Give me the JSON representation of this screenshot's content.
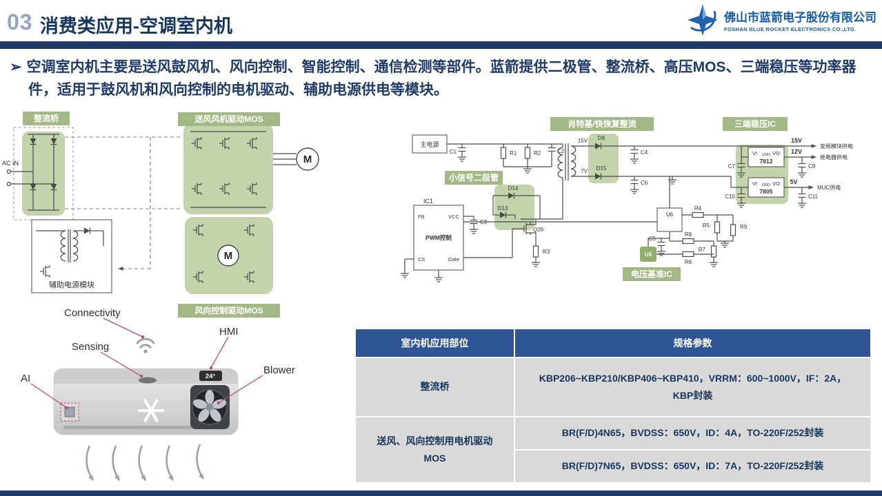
{
  "header": {
    "number": "03",
    "title": "消费类应用-空调室内机",
    "company_cn": "佛山市蓝箭电子股份有限公司",
    "company_en": "FOSHAN BLUE ROCKET ELECTRONICS CO.,LTD."
  },
  "intro": {
    "bullet": "➢",
    "text": "空调室内机主要是送风鼓风机、风向控制、智能控制、通信检测等部件。蓝箭提供二极管、整流桥、高压MOS、三端稳压等功率器件，适用于鼓风机和风向控制的电机驱动、辅助电源供电等模块。"
  },
  "left_diagram": {
    "rectifier_label": "整流桥",
    "blower_mos_label": "送风风机驱动MOS",
    "vane_mos_label": "风向控制驱动MOS",
    "ac_in": "AC IN",
    "motor": "M",
    "aux_label": "辅助电源模块"
  },
  "unit": {
    "connectivity": "Connectivity",
    "sensing": "Sensing",
    "hmi": "HMI",
    "ai": "AI",
    "blower": "Blower",
    "temp": "24°",
    "snowflake_icon": "❄"
  },
  "right_diagram": {
    "schottky_label": "肖特基/快恢复整流",
    "ldo_label": "三端稳压IC",
    "small_diode_label": "小信号二极管",
    "vref_label": "电压基准IC",
    "main_power": "主电源",
    "c1": "C1",
    "r1": "R1",
    "r2": "R2",
    "c2": "C2",
    "v15": "15V",
    "v7": "7V",
    "d8": "D8",
    "d15": "D15",
    "c4": "C4",
    "c6": "C6",
    "ic1": "IC1",
    "fb": "FB",
    "vcc": "VCC",
    "pwm": "PWM控制",
    "cs": "CS",
    "gate": "Gate",
    "c3": "C3",
    "d13": "D13",
    "d14": "D14",
    "q26": "Q26",
    "r3": "R3",
    "u6": "U6",
    "r4": "R4",
    "r5": "R5",
    "r6": "R6",
    "r7": "R7",
    "r8": "R8",
    "r9": "R9",
    "c5": "C5",
    "vi": "VI",
    "gnd": "GND",
    "vo": "VO",
    "reg1": "7812",
    "reg2": "7805",
    "c7": "C7",
    "c9": "C9",
    "c10": "C10",
    "c11": "C11",
    "out15": "15V",
    "out12": "12V",
    "out5": "5V",
    "load15": "变频模块供电",
    "load12": "继电器供电",
    "load5": "MUC供电"
  },
  "table": {
    "col_part": "室内机应用部位",
    "col_spec": "规格参数",
    "row1_part": "整流桥",
    "row1_spec": "KBP206~KBP210/KBP406~KBP410，VRRM：600~1000V，IF：2A，KBP封装",
    "row2_part": "送风、风向控制用电机驱动MOS",
    "row2_spec_a": "BR(F/D)4N65，BVDSS：650V，ID：4A，TO-220F/252封装",
    "row2_spec_b": "BR(F/D)7N65，BVDSS：650V，ID：7A，TO-220F/252封装"
  },
  "colors": {
    "navy": "#1E3A68",
    "table_header_blue": "#2F5597",
    "label_green": "#A3B985",
    "highlight_green": "#B9CB9C",
    "accent_pink": "#B4487E",
    "logo_blue": "#155AA6"
  }
}
